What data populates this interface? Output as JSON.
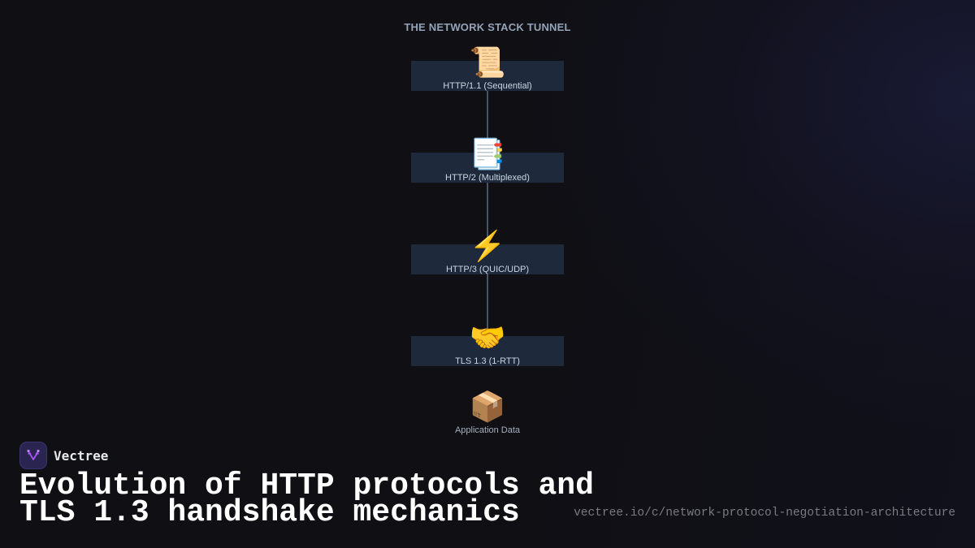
{
  "diagram": {
    "title": "THE NETWORK STACK TUNNEL",
    "layers": [
      {
        "icon": "scroll-icon",
        "glyph": "📜",
        "label": "HTTP/1.1 (Sequential)"
      },
      {
        "icon": "bookmark-tabs-icon",
        "glyph": "📑",
        "label": "HTTP/2 (Multiplexed)"
      },
      {
        "icon": "lightning-icon",
        "glyph": "⚡",
        "label": "HTTP/3 (QUIC/UDP)"
      },
      {
        "icon": "handshake-icon",
        "glyph": "🤝",
        "label": "TLS 1.3 (1-RTT)"
      },
      {
        "icon": "package-icon",
        "glyph": "📦",
        "label": "Application Data"
      }
    ],
    "colors": {
      "band": "#1e293b",
      "connector": "#475569",
      "title": "#94a3b8",
      "label": "#cbd5e1"
    }
  },
  "footer": {
    "brand_name": "Vectree",
    "brand_icon": "vectree-logo-icon",
    "headline_line1": "Evolution of HTTP protocols and",
    "headline_line2": "TLS 1.3 handshake mechanics",
    "source_url": "vectree.io/c/network-protocol-negotiation-architecture",
    "colors": {
      "logo_bg": "#2a2550",
      "logo_glyph": "#a855f7",
      "headline": "#ffffff",
      "url": "#7a7a80"
    }
  }
}
